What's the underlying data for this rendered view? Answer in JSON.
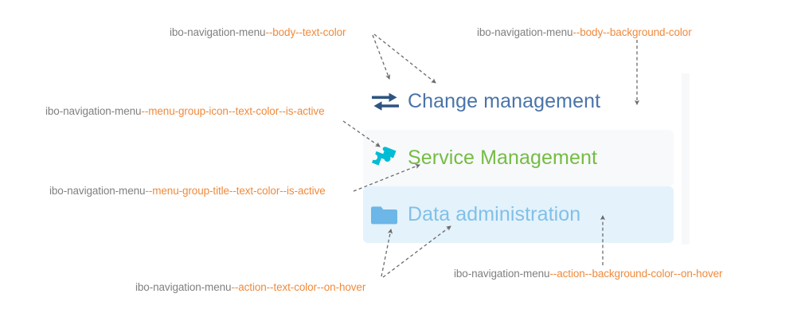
{
  "annotations": [
    {
      "name": "body-text-color",
      "base": "ibo-navigation-menu",
      "highlight": "--body--text-color"
    },
    {
      "name": "body-background-color",
      "base": "ibo-navigation-menu",
      "highlight": "--body--background-color"
    },
    {
      "name": "menu-group-icon-text-color-is-active",
      "base": "ibo-navigation-menu",
      "highlight": "--menu-group-icon--text-color--is-active"
    },
    {
      "name": "menu-group-title-text-color-is-active",
      "base": "ibo-navigation-menu",
      "highlight": "--menu-group-title--text-color--is-active"
    },
    {
      "name": "action-text-color-on-hover",
      "base": "ibo-navigation-menu",
      "highlight": "--action--text-color--on-hover"
    },
    {
      "name": "action-background-color-on-hover",
      "base": "ibo-navigation-menu",
      "highlight": "--action--background-color--on-hover"
    }
  ],
  "nav_menu": {
    "rows": [
      {
        "label": "Change management",
        "icon": "exchange-arrows-icon",
        "state": "default",
        "text_color": "#4a74a8",
        "icon_color": "#2e5481",
        "background_color": "#ffffff"
      },
      {
        "label": "Service Management",
        "icon": "puzzle-piece-icon",
        "state": "active",
        "text_color": "#76bc43",
        "icon_color": "#00bcd4",
        "background_color": "#f7f9fb"
      },
      {
        "label": "Data administration",
        "icon": "folder-icon",
        "state": "hover",
        "text_color": "#80c0e9",
        "icon_color": "#6cb6e8",
        "background_color": "#e4f2fb"
      }
    ]
  },
  "colors": {
    "annotation_base": "#808080",
    "annotation_highlight": "#ef8a3c",
    "arrow": "#6b6b6b",
    "scrollbar_track": "#f7f8fa"
  }
}
